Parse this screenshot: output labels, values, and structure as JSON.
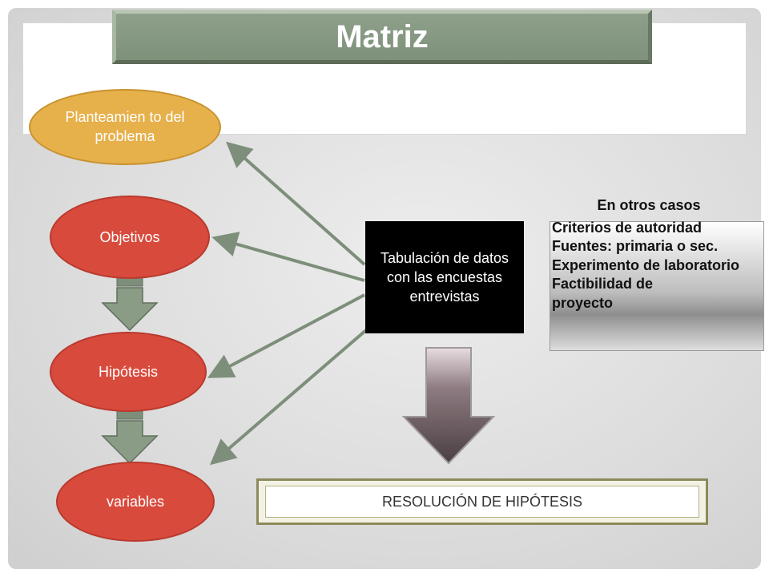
{
  "title": "Matriz",
  "nodes": {
    "planteamiento": "Planteamien to del problema",
    "objetivos": "Objetivos",
    "hipotesis": "Hipótesis",
    "variables": "variables"
  },
  "center_box": "Tabulación de datos  con las encuestas entrevistas",
  "criteria": {
    "heading": "En otros casos",
    "lines": [
      "Criterios de autoridad",
      "Fuentes: primaria o sec.",
      "Experimento de laboratorio",
      "Factibilidad de proyecto"
    ]
  },
  "resolution": "RESOLUCIÓN DE HIPÓTESIS",
  "colors": {
    "node_red": "#d84a3c",
    "node_gold": "#e6b04a",
    "title_bar": "#8ea08a",
    "arrow": "#7d8f7a"
  }
}
